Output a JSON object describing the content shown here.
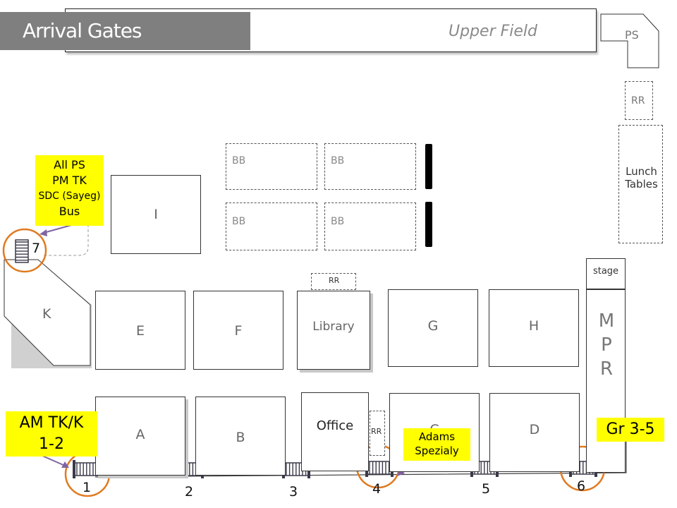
{
  "header": {
    "title": "Arrival Gates",
    "field_label": "Upper Field"
  },
  "buildings": {
    "ps": "PS",
    "rr_top": "RR",
    "lunch": "Lunch Tables",
    "stage": "stage",
    "mpr": [
      "M",
      "P",
      "R"
    ],
    "i": "I",
    "k": "K",
    "e": "E",
    "f": "F",
    "library": "Library",
    "g": "G",
    "h": "H",
    "a": "A",
    "b": "B",
    "office": "Office",
    "rr_office": "RR",
    "c": "C",
    "d": "D",
    "rr_library": "RR",
    "bb": [
      "BB",
      "BB",
      "BB",
      "BB"
    ]
  },
  "callouts": {
    "gate7": [
      "All PS",
      "PM TK",
      "SDC (Sayeg)",
      "Bus"
    ],
    "gate1": [
      "AM TK/K",
      "1-2"
    ],
    "gate4": [
      "Adams",
      "Spezialy"
    ],
    "gate6": [
      "Gr 3-5"
    ]
  },
  "gates": [
    "1",
    "2",
    "3",
    "4",
    "5",
    "6",
    "7"
  ],
  "colors": {
    "title_bg": "#7f7f7f",
    "callout": "#ffff00",
    "circle": "#e07a20",
    "arrow": "#8064a2"
  }
}
